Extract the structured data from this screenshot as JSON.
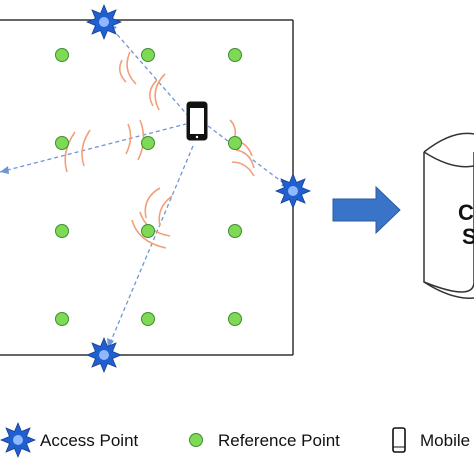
{
  "colors": {
    "access_point": "#1f5fd0",
    "access_point_core": "#8fb8ff",
    "reference_point": "#7ed957",
    "reference_point_stroke": "#3c8f2a",
    "signal_arc": "#f2a07b",
    "dashed_line": "#6f95d8",
    "arrow": "#3a74c9",
    "border": "#333333",
    "database": "#333333"
  },
  "legend": {
    "access_point": {
      "label": "Access Point",
      "icon": "star-burst-icon"
    },
    "reference_point": {
      "label": "Reference Point",
      "icon": "green-dot-icon"
    },
    "mobile": {
      "label": "Mobile",
      "icon": "smartphone-icon"
    }
  },
  "database": {
    "line1": "C-",
    "line2": "S"
  }
}
